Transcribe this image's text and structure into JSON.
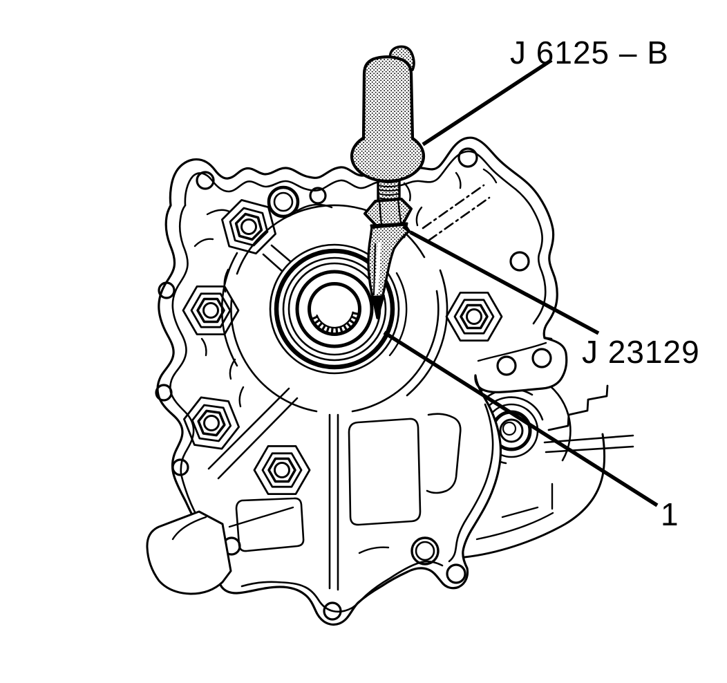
{
  "figure": {
    "background_color": "#ffffff",
    "line_color": "#000000",
    "description": "Service-manual line illustration: axle seal installation on a transaxle case using a driver handle and seal installer",
    "callouts": [
      {
        "id": "driver-handle-tool",
        "label": "J 6125 – B"
      },
      {
        "id": "seal-installer-tool",
        "label": "J 23129"
      },
      {
        "id": "axle-seal",
        "label": "1"
      }
    ]
  }
}
